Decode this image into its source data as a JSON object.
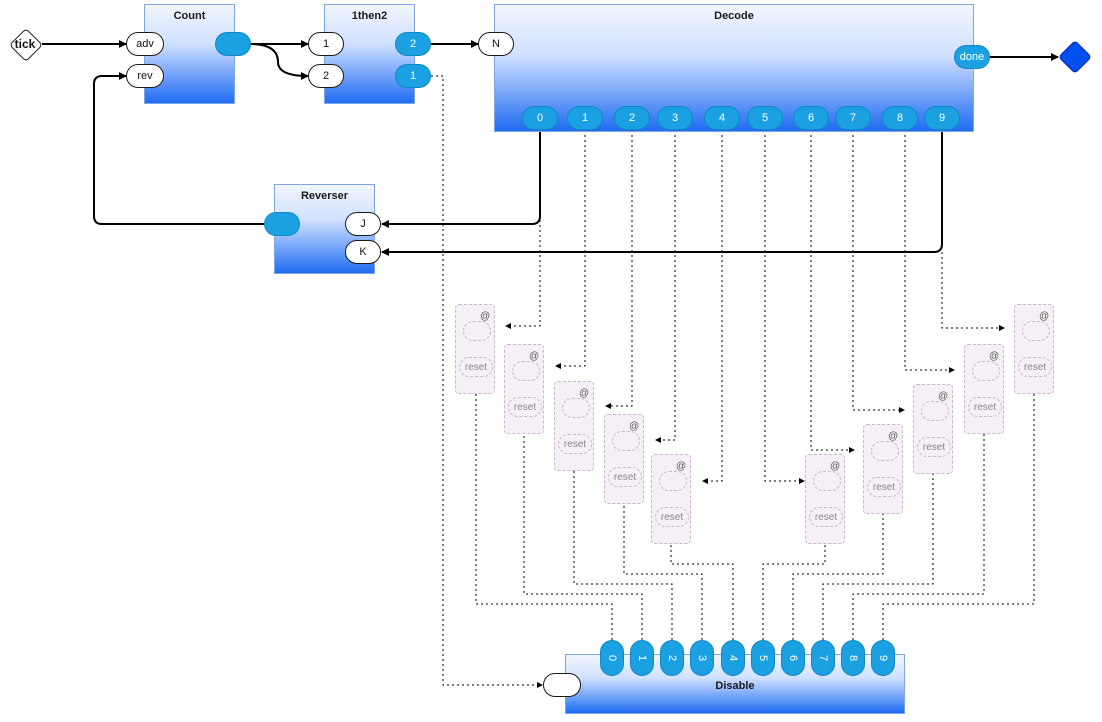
{
  "input": {
    "label": "tick"
  },
  "count": {
    "title": "Count",
    "in_adv": "adv",
    "in_rev": "rev"
  },
  "then": {
    "title": "1then2",
    "in1": "1",
    "in2": "2",
    "out2": "2",
    "out1": "1"
  },
  "decode": {
    "title": "Decode",
    "in": "N",
    "done": "done",
    "outputs": [
      "0",
      "1",
      "2",
      "3",
      "4",
      "5",
      "6",
      "7",
      "8",
      "9"
    ]
  },
  "reverser": {
    "title": "Reverser",
    "j": "J",
    "k": "K"
  },
  "disable": {
    "title": "Disable",
    "outputs": [
      "0",
      "1",
      "2",
      "3",
      "4",
      "5",
      "6",
      "7",
      "8",
      "9"
    ]
  },
  "latch": {
    "at": "@",
    "reset": "reset"
  },
  "colors": {
    "port_blue": "#1ba1e2",
    "done_diamond": "#0050ef",
    "block_gradient_bottom": "#1f6cf2"
  }
}
